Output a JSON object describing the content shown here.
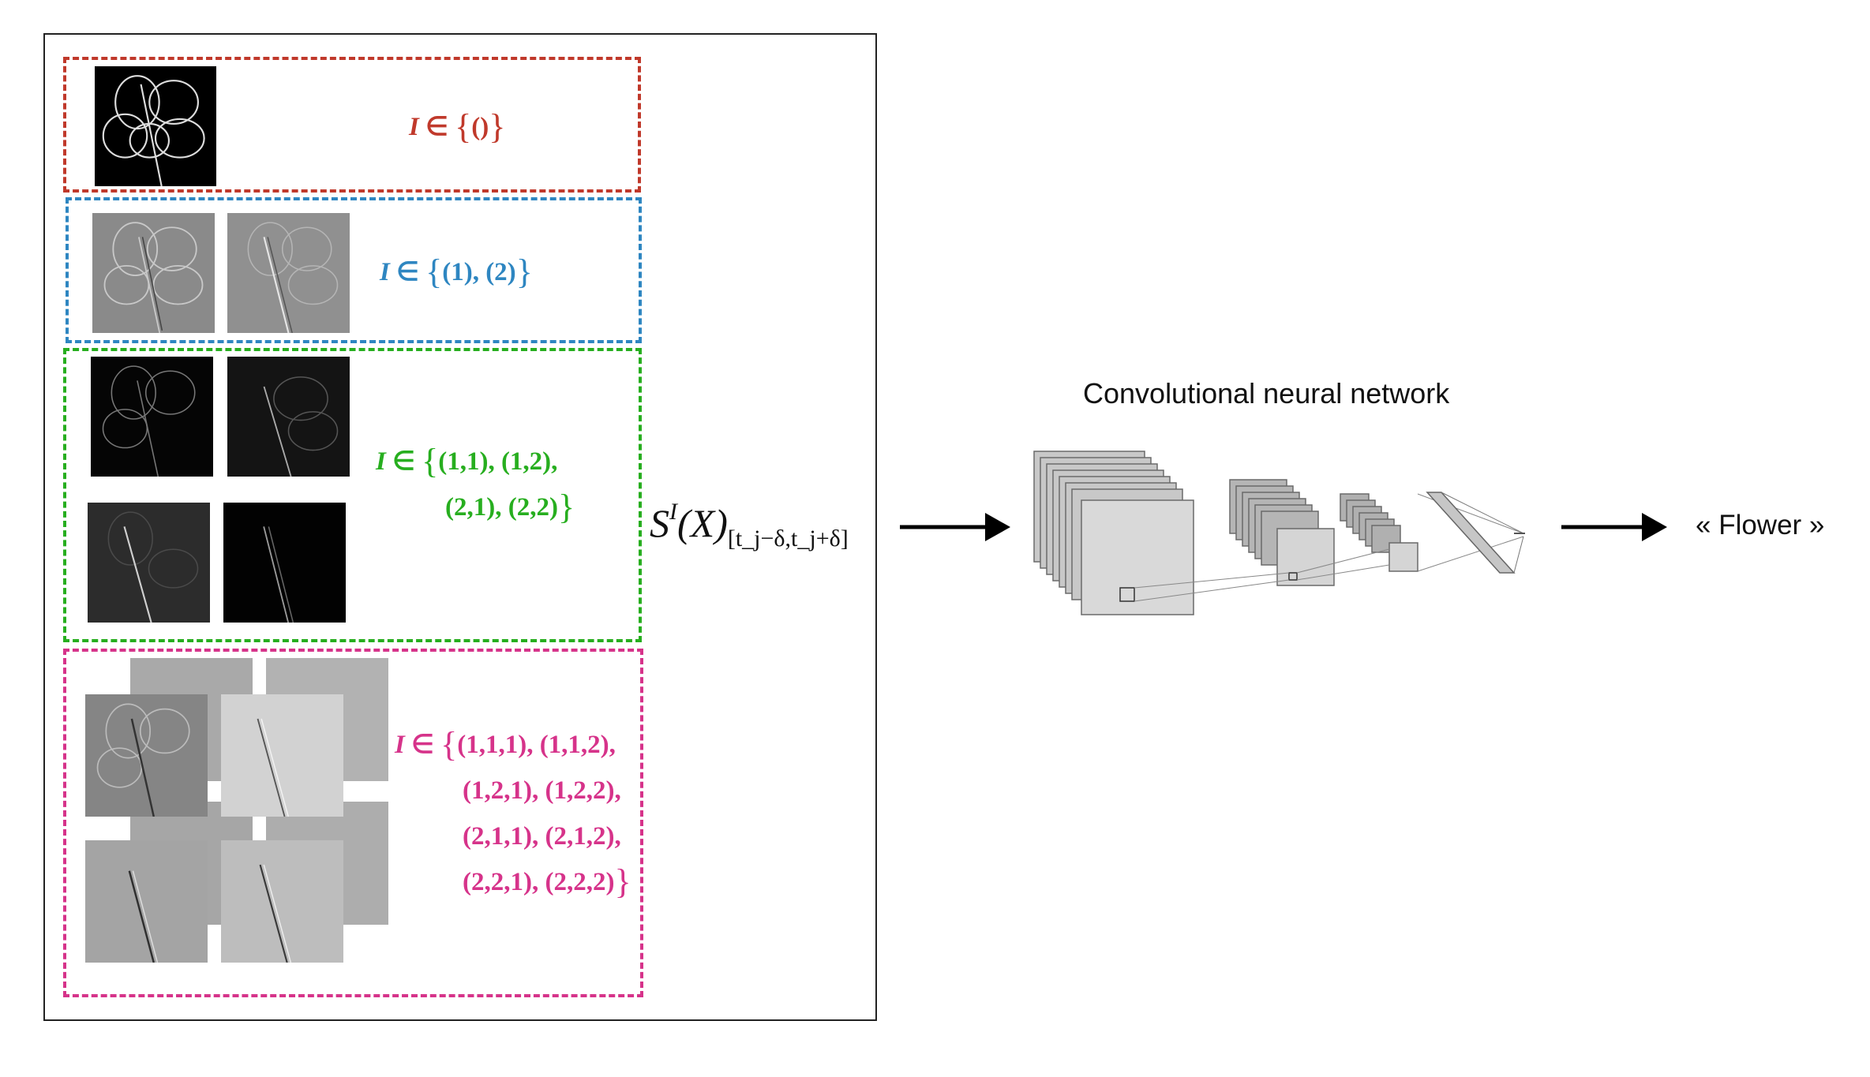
{
  "groups": [
    {
      "color": "#c0392b",
      "lines": [
        "I ∈ {()}"
      ],
      "sym": "I",
      "op": " ∈ ",
      "open": "{",
      "body": [
        "()"
      ],
      "close": "}"
    },
    {
      "color": "#2e86c1",
      "sym": "I",
      "op": " ∈ ",
      "open": "{",
      "body": [
        "(1), (2)"
      ],
      "close": "}"
    },
    {
      "color": "#27ae1f",
      "sym": "I",
      "op": " ∈ ",
      "open": "{",
      "body": [
        "(1,1), (1,2),",
        "(2,1), (2,2)"
      ],
      "close": "}"
    },
    {
      "color": "#d6338a",
      "sym": "I",
      "op": " ∈ ",
      "open": "{",
      "body": [
        "(1,1,1), (1,1,2),",
        "(1,2,1), (1,2,2),",
        "(2,1,1), (2,1,2),",
        "(2,2,1), (2,2,2)"
      ],
      "close": "}"
    }
  ],
  "signature_label": {
    "base": "S",
    "sup": "I",
    "arg": "(X)",
    "sub": "[t_j−δ,t_j+δ]"
  },
  "cnn_title": "Convolutional neural network",
  "output_label": "« Flower »"
}
